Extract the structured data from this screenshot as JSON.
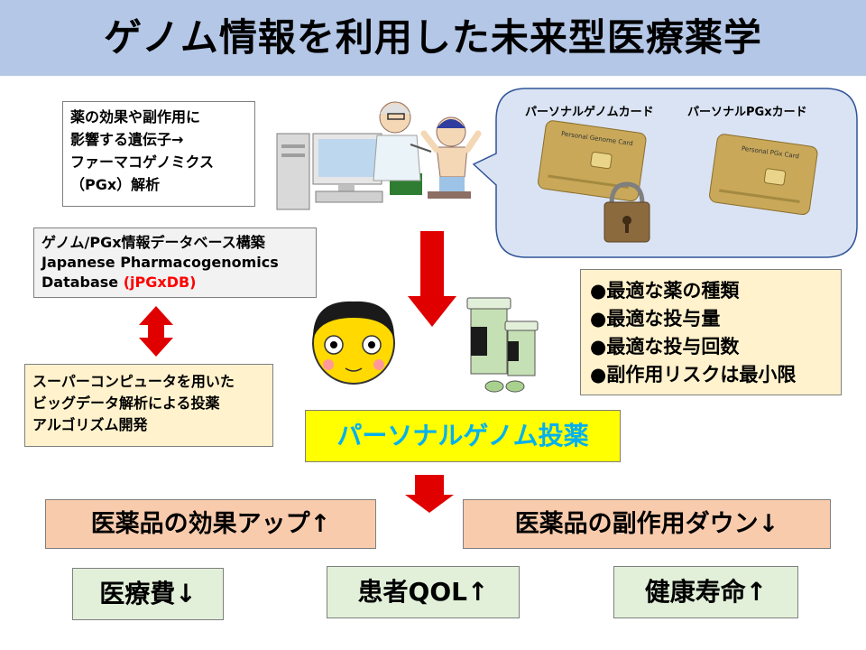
{
  "title": "ゲノム情報を利用した未来型医療薬学",
  "pgx_box": {
    "lines": [
      "薬の効果や副作用に",
      "影響する遺伝子→",
      "ファーマコゲノミクス",
      "（PGx）解析"
    ]
  },
  "db_box": {
    "line1": "ゲノム/PGx情報データベース構築",
    "line2": "Japanese Pharmacogenomics",
    "line3_prefix": "Database ",
    "line3_red": "(jPGxDB)"
  },
  "supercomputer_box": {
    "lines": [
      "スーパーコンピュータを用いた",
      "ビッグデータ解析による投薬",
      "アルゴリズム開発"
    ]
  },
  "cards": {
    "genome_label": "パーソナルゲノムカード",
    "pgx_label": "パーソナルPGxカード",
    "genome_card_text": "Personal Genome Card",
    "pgx_card_text": "Personal PGx Card"
  },
  "optimal_box": {
    "items": [
      "●最適な薬の種類",
      "●最適な投与量",
      "●最適な投与回数",
      "●副作用リスクは最小限"
    ]
  },
  "personal_genome_medication": "パーソナルゲノム投薬",
  "outcomes": {
    "efficacy_up": "医薬品の効果アップ↑",
    "side_effect_down": "医薬品の副作用ダウン↓",
    "medical_cost": "医療費↓",
    "patient_qol": "患者QOL↑",
    "healthy_life": "健康寿命↑"
  },
  "colors": {
    "title_bar": "#b4c7e7",
    "arrow_red": "#e00000",
    "cyan_text": "#00b0f0",
    "peach": "#f8cbad",
    "light_green": "#e2f0d9",
    "cream": "#fff2cc",
    "yellow": "#ffff00"
  }
}
